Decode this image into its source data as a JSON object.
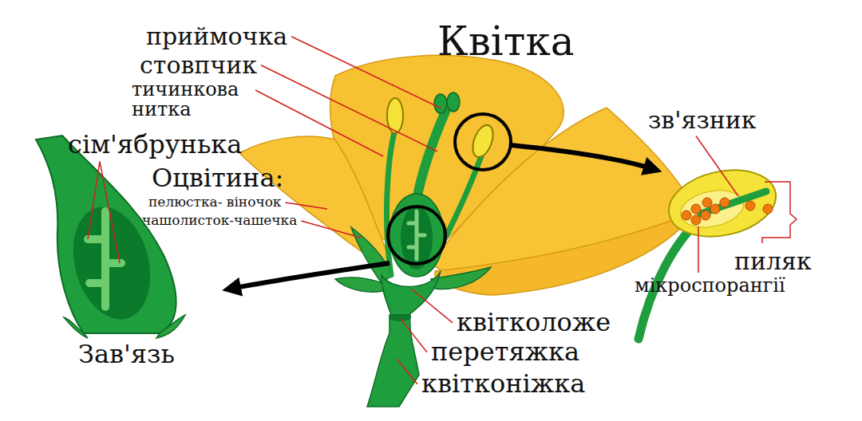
{
  "diagram": {
    "title": "Квітка",
    "labels": [
      "приймочка",
      "стовпчик",
      "тичинкова нитка",
      "зв'язник",
      "сім'ябрунька",
      "Оцвітина:",
      "пелюстка- віночок",
      "чашолисток-чашечка",
      "пиляк",
      "мікроспорангії",
      "квітколоже",
      "перетяжка",
      "Зав'язь",
      "квітконіжка"
    ]
  }
}
